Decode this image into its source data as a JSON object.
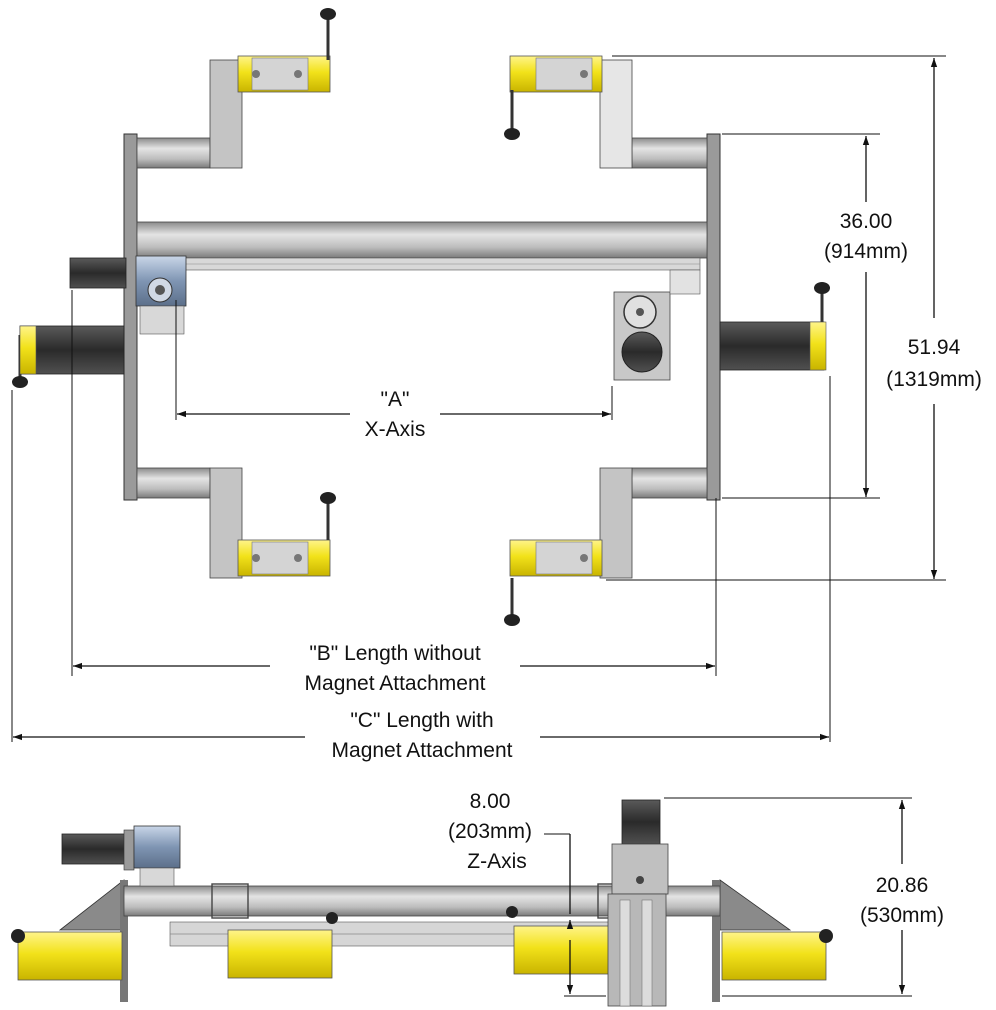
{
  "colors": {
    "magnet_yellow": "#f2e21a",
    "frame_gray": "#b5b5b5",
    "frame_dark": "#7d7d7d",
    "motor_dark": "#3d3d3d",
    "motor_blue": "#8fa3bd",
    "dimension_ink": "#111111"
  },
  "dimensions": {
    "height_inner": {
      "value": "36.00",
      "metric": "(914mm)"
    },
    "height_outer": {
      "value": "51.94",
      "metric": "(1319mm)"
    },
    "a": {
      "line1": "\"A\"",
      "line2": "X-Axis"
    },
    "b": {
      "line1": "\"B\" Length without",
      "line2": "Magnet Attachment"
    },
    "c": {
      "line1": "\"C\" Length with",
      "line2": "Magnet Attachment"
    },
    "z_travel": {
      "value": "8.00",
      "metric": "(203mm)",
      "label": "Z-Axis"
    },
    "side_height": {
      "value": "20.86",
      "metric": "(530mm)"
    }
  }
}
